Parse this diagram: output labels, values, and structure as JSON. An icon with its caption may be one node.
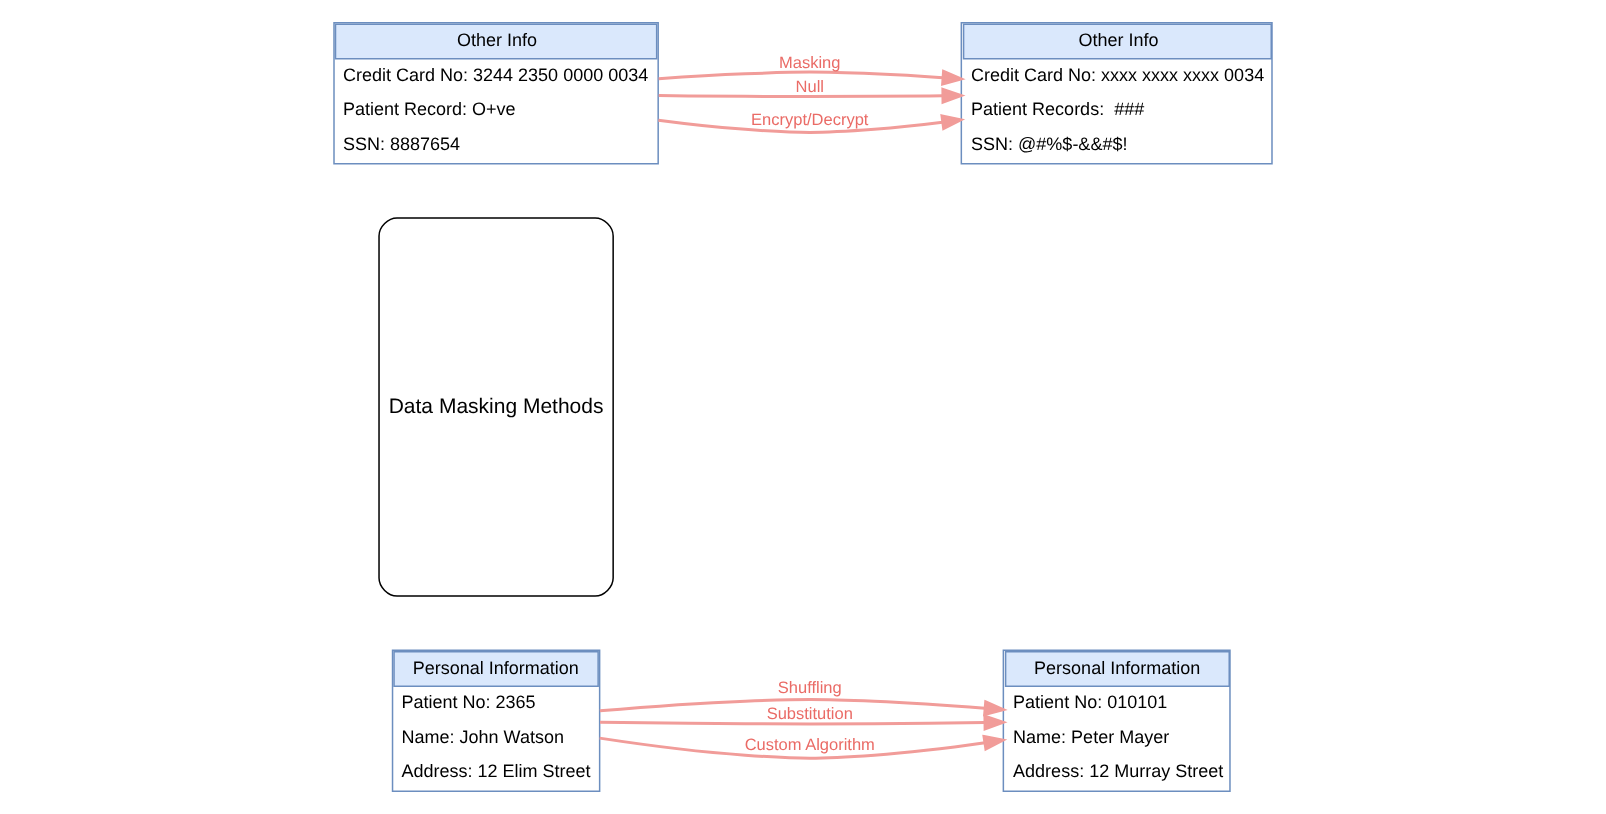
{
  "diagram": {
    "nodes": [
      {
        "text": [
          "Personal Information",
          "Patient No: 2365",
          "Name: John Watson",
          "Address: 12 Elim Street"
        ]
      },
      {
        "text": [
          "Data Masking Methods"
        ]
      },
      {
        "text": [
          "Personal Information",
          "Patient No: 010101",
          "Name: Peter Mayer",
          "Address: 12 Murray Street"
        ]
      },
      {
        "text": [
          "Other Info",
          "Credit Card No: 3244 2350 0000 0034",
          "Patient Record: O+ve",
          "SSN: 8887654"
        ]
      },
      {
        "text": [
          "Other Info",
          "Credit Card No: xxxx xxxx xxxx 0034",
          "Patient Records:  ###",
          "SSN: @#%$-&&#$!"
        ]
      }
    ],
    "edges": [
      {
        "from": 0,
        "to": 2,
        "arrow": "to",
        "label": "Shuffling"
      },
      {
        "from": 0,
        "to": 2,
        "arrow": "to",
        "label": "Substitution"
      },
      {
        "from": 0,
        "to": 2,
        "arrow": "to",
        "label": "Custom Algorithm"
      },
      {
        "from": 3,
        "to": 4,
        "arrow": "to",
        "label": "Masking"
      },
      {
        "from": 3,
        "to": 4,
        "arrow": "to",
        "label": "Null"
      },
      {
        "from": 3,
        "to": 4,
        "arrow": "to",
        "label": "Encrypt/Decrypt"
      }
    ]
  }
}
